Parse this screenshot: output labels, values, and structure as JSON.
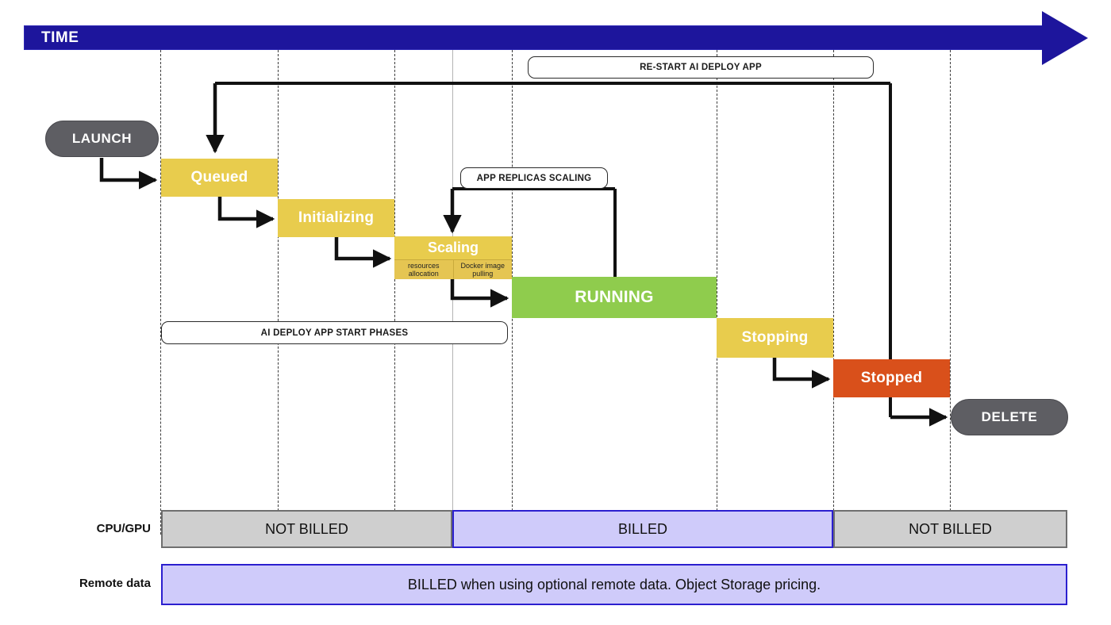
{
  "header": {
    "time_label": "TIME",
    "arrow_icon": "time-arrow-right",
    "accent_color": "#1d159c"
  },
  "terminals": [
    {
      "name": "launch",
      "label": "LAUNCH",
      "color": "#5e5e63"
    },
    {
      "name": "delete",
      "label": "DELETE",
      "color": "#5e5e63"
    }
  ],
  "states": [
    {
      "name": "queued",
      "label": "Queued",
      "color": "#e8cc4d"
    },
    {
      "name": "initializing",
      "label": "Initializing",
      "color": "#e8cc4d"
    },
    {
      "name": "scaling",
      "label": "Scaling",
      "color": "#e8cc4d",
      "substeps": [
        "resources allocation",
        "Docker image pulling"
      ]
    },
    {
      "name": "running",
      "label": "RUNNING",
      "color": "#8fcc4d"
    },
    {
      "name": "stopping",
      "label": "Stopping",
      "color": "#e8cc4d"
    },
    {
      "name": "stopped",
      "label": "Stopped",
      "color": "#d9501b"
    }
  ],
  "callouts": [
    {
      "name": "restart-callout",
      "label": "RE-START AI DEPLOY APP"
    },
    {
      "name": "replicas-callout",
      "label": "APP REPLICAS SCALING"
    },
    {
      "name": "start-phases-callout",
      "label": "AI DEPLOY APP START PHASES"
    }
  ],
  "billing": {
    "rows": [
      {
        "name": "cpu-gpu",
        "label": "CPU/GPU",
        "segments": [
          {
            "name": "cpu-not-billed-left",
            "label": "NOT BILLED",
            "style": "grey"
          },
          {
            "name": "cpu-billed",
            "label": "BILLED",
            "style": "violet"
          },
          {
            "name": "cpu-not-billed-right",
            "label": "NOT BILLED",
            "style": "grey"
          }
        ]
      },
      {
        "name": "remote-data",
        "label": "Remote data",
        "segments": [
          {
            "name": "remote-billed",
            "label": "BILLED when using optional remote data. Object Storage pricing.",
            "style": "violet"
          }
        ]
      }
    ],
    "colors": {
      "not_billed_fill": "#cfcfcf",
      "not_billed_border": "#6f6f6f",
      "billed_fill": "#cfcbfa",
      "billed_border": "#2b1fcf"
    }
  }
}
